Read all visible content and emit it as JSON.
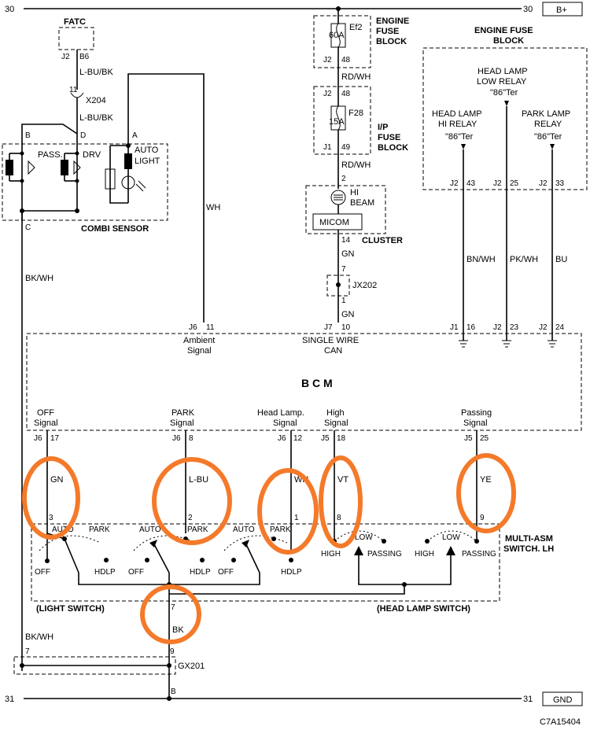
{
  "rails": {
    "top_num_left": "30",
    "top_num_right": "30",
    "top_tag": "B+",
    "bot_num_left": "31",
    "bot_num_right": "31",
    "bot_tag": "GND"
  },
  "fatc": {
    "name": "FATC",
    "pin_a": "J2",
    "pin_b": "B6",
    "wire1": "L-BU/BK",
    "conn_num": "11",
    "conn": "X204",
    "wire2": "L-BU/BK"
  },
  "combi": {
    "title": "COMBI SENSOR",
    "pin_b": "B",
    "pin_d": "D",
    "pin_a": "A",
    "pin_c": "C",
    "pass": "PASS.",
    "drv": "DRV",
    "auto": "AUTO",
    "light": "LIGHT",
    "wire_wh": "WH",
    "wire_bkwh": "BK/WH"
  },
  "fuses": {
    "engine_block": [
      "ENGINE",
      "FUSE",
      "BLOCK"
    ],
    "ef2": "Ef2",
    "ef2_amp": "60A",
    "ef2_conn": "J2",
    "ef2_pin": "48",
    "wire_rdwh": "RD/WH",
    "f28_conn": "J2",
    "f28_pin_top": "48",
    "f28": "F28",
    "f28_amp": "15A",
    "f28_conn_b": "J1",
    "f28_pin_b": "49",
    "ip_block": [
      "I/P",
      "FUSE",
      "BLOCK"
    ],
    "wire_rdwh2": "RD/WH",
    "pin2": "2"
  },
  "cluster": {
    "hi": "HI",
    "beam": "BEAM",
    "micom": "MICOM",
    "title": "CLUSTER",
    "pin14": "14",
    "wire_gn": "GN",
    "pin7": "7",
    "conn": "JX202",
    "pin1": "1",
    "wire_gn2": "GN"
  },
  "efb": {
    "title": [
      "ENGINE FUSE",
      "BLOCK"
    ],
    "low": [
      "HEAD LAMP",
      "LOW RELAY",
      "\"86\"Ter"
    ],
    "hi": [
      "HEAD LAMP",
      "HI RELAY",
      "\"86\"Ter"
    ],
    "park": [
      "PARK LAMP",
      "RELAY",
      "\"86\"Ter"
    ],
    "hi_c": "J2",
    "hi_p": "43",
    "low_c": "J2",
    "low_p": "25",
    "park_c": "J2",
    "park_p": "33",
    "w_hi": "BN/WH",
    "w_low": "PK/WH",
    "w_park": "BU",
    "g_hi_c": "J1",
    "g_hi_p": "16",
    "g_low_c": "J2",
    "g_low_p": "23",
    "g_park_c": "J2",
    "g_park_p": "24"
  },
  "bcm": {
    "title": "B C M",
    "amb_c": "J6",
    "amb_p": "11",
    "amb": [
      "Ambient",
      "Signal"
    ],
    "swc_c": "J7",
    "swc_p": "10",
    "swc": [
      "SINGLE WIRE",
      "CAN"
    ],
    "off": [
      "OFF",
      "Signal"
    ],
    "off_c": "J6",
    "off_p": "17",
    "park": [
      "PARK",
      "Signal"
    ],
    "park_c": "J6",
    "park_p": "8",
    "head": [
      "Head Lamp.",
      "Signal"
    ],
    "head_c": "J6",
    "head_p": "12",
    "high": [
      "High",
      "Signal"
    ],
    "high_c": "J5",
    "high_p": "18",
    "pass": [
      "Passing",
      "Signal"
    ],
    "pass_c": "J5",
    "pass_p": "25"
  },
  "wires": {
    "gn": "GN",
    "lbu": "L-BU",
    "wh": "WH",
    "vt": "VT",
    "ye": "YE",
    "bk": "BK",
    "bkwh": "BK/WH"
  },
  "switch": {
    "title": [
      "MULTI-ASM",
      "SWITCH. LH"
    ],
    "p3": "3",
    "p2": "2",
    "p1": "1",
    "p8": "8",
    "p9": "9",
    "p7": "7",
    "p9b": "9",
    "p7b": "7",
    "auto": "AUTO",
    "park": "PARK",
    "off": "OFF",
    "hdlp": "HDLP",
    "low": "LOW",
    "high": "HIGH",
    "passing": "PASSING",
    "light_switch": "(LIGHT SWITCH)",
    "head_switch": "(HEAD LAMP SWITCH)"
  },
  "gx": {
    "name": "GX201",
    "pin_b": "B"
  },
  "code": "C7A15404",
  "colors": {
    "highlight": "#f47a2a",
    "line": "#000000"
  }
}
